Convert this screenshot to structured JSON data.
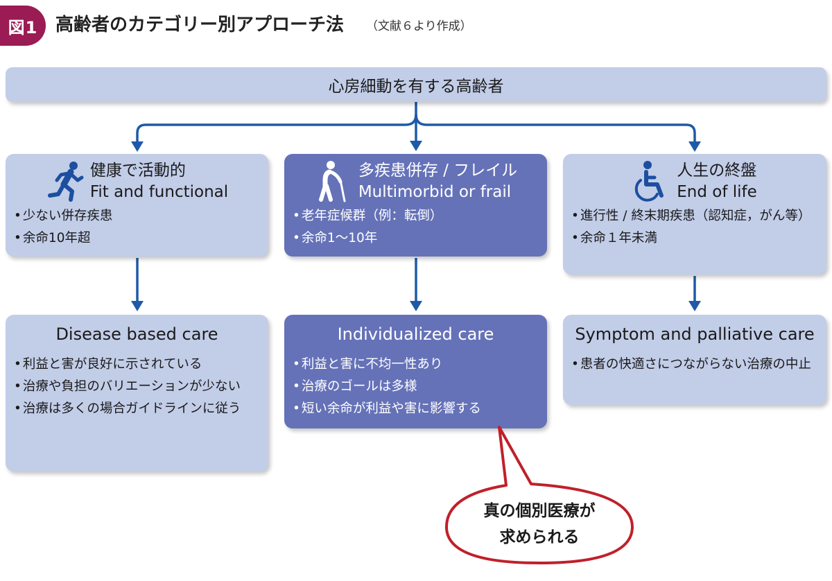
{
  "header": {
    "badge": "図1",
    "title": "高齢者のカテゴリー別アプローチ法",
    "source": "（文献６より作成）"
  },
  "root": {
    "label": "心房細動を有する高齢者"
  },
  "categories": [
    {
      "title_ja": "健康で活動的",
      "title_en": "Fit and functional",
      "icon": "running-person-icon",
      "bullets": [
        "少ない併存疾患",
        "余命10年超"
      ]
    },
    {
      "title_ja": "多疾患併存 / フレイル",
      "title_en": "Multimorbid or frail",
      "icon": "elderly-person-cane-icon",
      "bullets": [
        "老年症候群（例：転倒）",
        "余命1～10年"
      ]
    },
    {
      "title_ja": "人生の終盤",
      "title_en": "End of life",
      "icon": "wheelchair-icon",
      "bullets": [
        "進行性 / 終末期疾患（認知症，がん等）",
        "余命１年未満"
      ]
    }
  ],
  "care": [
    {
      "title": "Disease based care",
      "bullets": [
        "利益と害が良好に示されている",
        "治療や負担のバリエーションが少ない",
        "治療は多くの場合ガイドラインに従う"
      ]
    },
    {
      "title": "Individualized care",
      "bullets": [
        "利益と害に不均一性あり",
        "治療のゴールは多様",
        "短い余命が利益や害に影響する"
      ]
    },
    {
      "title": "Symptom and palliative care",
      "bullets": [
        "患者の快適さにつながらない治療の中止"
      ]
    }
  ],
  "callout": {
    "line1": "真の個別医療が",
    "line2": "求められる"
  },
  "colors": {
    "badge": "#9b1b54",
    "light_box": "#c2cde8",
    "dark_box": "#6572b8",
    "arrow": "#1e5aa8",
    "icon": "#1c4fa0",
    "callout_border": "#c0202a"
  }
}
